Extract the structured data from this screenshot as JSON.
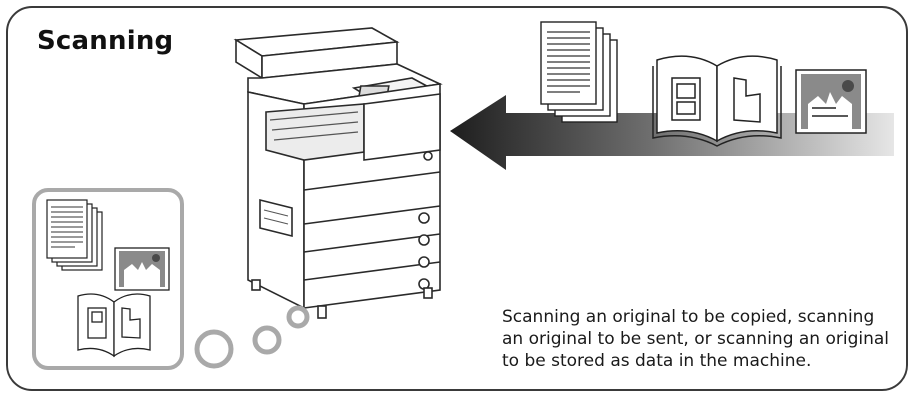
{
  "title": "Scanning",
  "caption": [
    "Scanning an original to be copied, scanning",
    "an original to be sent, or scanning an original",
    "to be stored as data in the machine."
  ]
}
